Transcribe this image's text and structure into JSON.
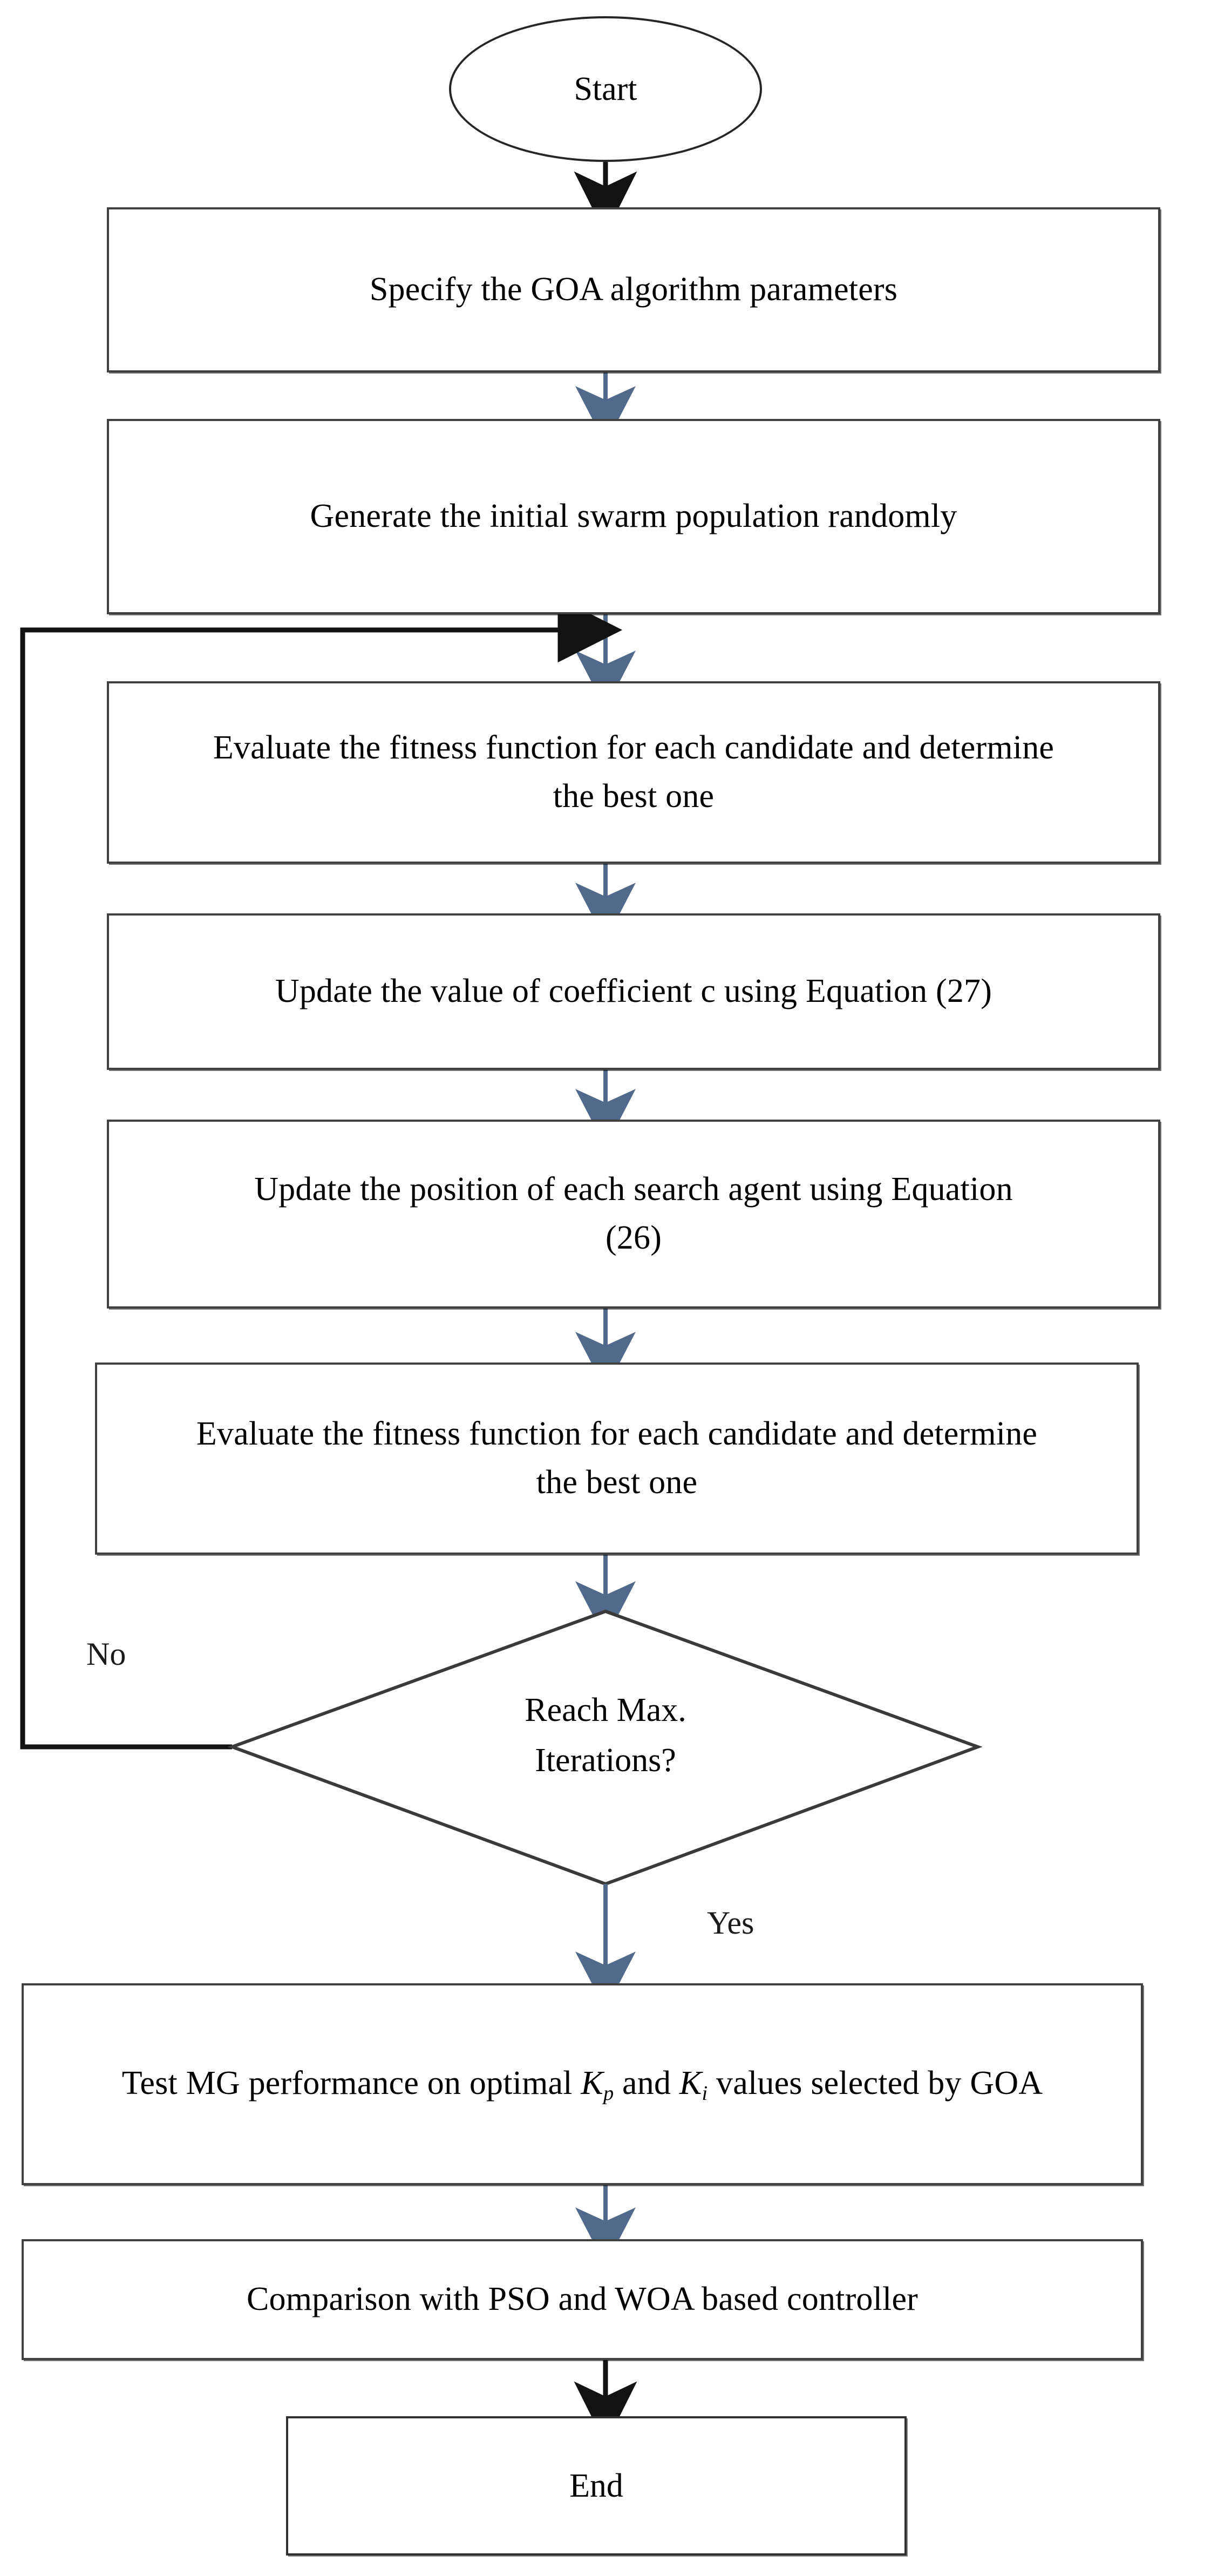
{
  "diagram": {
    "type": "flowchart",
    "title": "GOA algorithm flowchart",
    "colors": {
      "node_border": "#404040",
      "arrow_blue": "#516a8b",
      "arrow_black": "#111111",
      "background": "#ffffff",
      "text": "#000000"
    },
    "nodes": [
      {
        "id": "start",
        "shape": "terminator",
        "label": "Start"
      },
      {
        "id": "params",
        "shape": "process",
        "label": "Specify the GOA  algorithm parameters"
      },
      {
        "id": "swarm",
        "shape": "process",
        "label": "Generate the initial swarm population randomly"
      },
      {
        "id": "eval1",
        "shape": "process",
        "label": "Evaluate the fitness function for each candidate and determine the best one"
      },
      {
        "id": "updatec",
        "shape": "process",
        "label": "Update the value of coefficient c using Equation  (27)"
      },
      {
        "id": "updatepos",
        "shape": "process",
        "label": "Update the position of each search agent using Equation  (26)"
      },
      {
        "id": "eval2",
        "shape": "process",
        "label": "Evaluate the fitness function for each candidate and determine the best one"
      },
      {
        "id": "decision",
        "shape": "decision",
        "label_line1": "Reach Max.",
        "label_line2": "Iterations?"
      },
      {
        "id": "testmg",
        "shape": "process",
        "label_line1_pre": "Test MG performance on optimal ",
        "label_k1": "K",
        "label_k1_sub": "p",
        "label_mid": " and ",
        "label_k2": "K",
        "label_k2_sub": "i",
        "label_line1_post": " values",
        "label_line2": "selected by GOA"
      },
      {
        "id": "comparison",
        "shape": "process",
        "label": "Comparison with PSO and WOA based controller"
      },
      {
        "id": "end",
        "shape": "terminator-box",
        "label": "End"
      }
    ],
    "edge_labels": {
      "no": "No",
      "yes": "Yes"
    }
  }
}
